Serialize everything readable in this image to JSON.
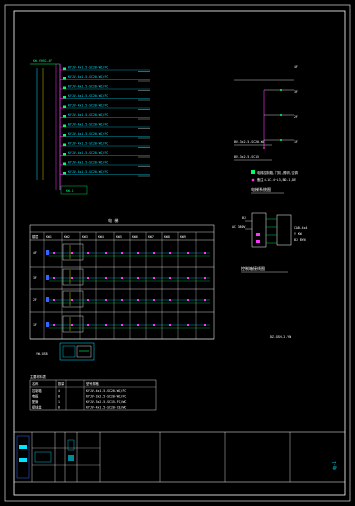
{
  "sheet": {
    "background": "#000000",
    "frame_color": "#ffffff",
    "frame_line_color": "#00cfd0"
  },
  "colors": {
    "magenta": "#ff33ff",
    "cyan": "#00e5ff",
    "green": "#00ff66",
    "yellow": "#ffff00",
    "white": "#ffffff",
    "red": "#ff3333",
    "blue": "#3366ff"
  },
  "riser": {
    "top_label": "KW-YNSG-4F",
    "feeder_labels": [
      "KYJV-4x1.5-SC20-WC/FC",
      "KYJV-4x1.5-SC20-WC/FC",
      "KYJV-4x1.5-SC20-WC/FC",
      "KYJV-4x1.5-SC20-WC/FC",
      "KYJV-4x1.5-SC20-WC/FC",
      "KYJV-4x1.5-SC20-WC/FC",
      "KYJV-4x1.5-SC20-WC/FC",
      "KYJV-4x1.5-SC20-WC/FC",
      "KYJV-4x1.5-SC20-WC/FC",
      "KYJV-4x1.5-SC20-WC/FC",
      "KYJV-4x1.5-SC20-WC/FC",
      "KYJV-4x1.5-SC20-WC/FC"
    ],
    "bottom_label": "KW-1"
  },
  "system_diagram": {
    "floor_labels": [
      "4F",
      "3F",
      "2F",
      "1F"
    ],
    "cable_labels": [
      "BV-3x2.5-SC20-WC",
      "BV-3x2.5-SC15"
    ],
    "legend_lines": [
      "电梯控制箱,门机,照明,空调",
      "备注:L1C-4~L3,BD-1,DE"
    ],
    "title": "电梯系统图"
  },
  "table": {
    "title": "电 梯",
    "floor_labels": [
      "4F",
      "3F",
      "2F",
      "1F"
    ],
    "column_headers": [
      "楼层",
      "KW1",
      "KW2",
      "KW3",
      "KW4",
      "KW5",
      "KW6",
      "KW7",
      "KW8",
      "KW9"
    ],
    "footer_label": "YW-GSB"
  },
  "wiring_diagram": {
    "left_labels": [
      "BJ",
      "AC 380V"
    ],
    "right_labels": [
      "CAB-4x4",
      "Y  KW",
      "BJ  BYN"
    ],
    "title": "控制箱接线图"
  },
  "note_small": "DZ-GSH-2-YN",
  "material_table": {
    "title": "主要材料表",
    "headers": [
      "名称",
      "数量",
      "型号规格"
    ],
    "rows": [
      [
        "控制箱",
        "4",
        "KYJV-4x1.5-SC20-WC/FC"
      ],
      [
        "电缆",
        "8",
        "KYJV-3x2.5-SC20-WC/FC"
      ],
      [
        "配管",
        "1",
        "KYJV-3x2.5-SC15-FC/WC"
      ],
      [
        "接线盒",
        "8",
        "KYJV-4x1.5-SC20-CE/WC"
      ]
    ]
  },
  "title_block": {
    "drawing_no": "电-1"
  }
}
